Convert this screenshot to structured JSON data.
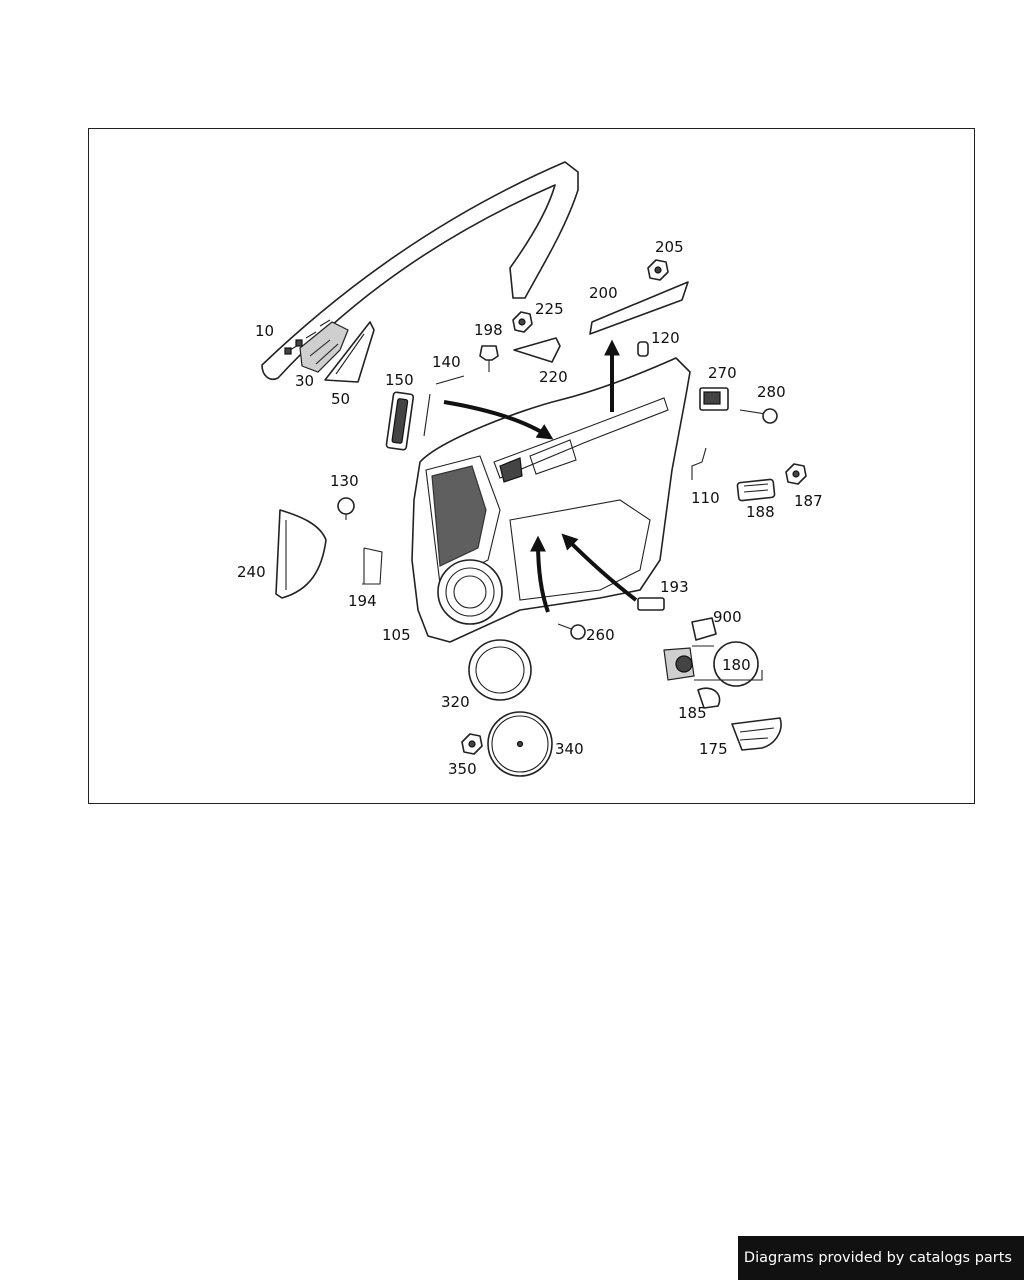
{
  "diagram": {
    "callouts": [
      "10",
      "30",
      "50",
      "105",
      "110",
      "120",
      "130",
      "140",
      "150",
      "175",
      "180",
      "185",
      "187",
      "188",
      "193",
      "194",
      "198",
      "200",
      "205",
      "220",
      "225",
      "240",
      "260",
      "270",
      "280",
      "320",
      "340",
      "350",
      "900"
    ]
  },
  "footer": {
    "credit": "Diagrams provided by catalogs parts"
  },
  "colors": {
    "line": "#222222",
    "credit_background": "#111111",
    "credit_text": "#ffffff"
  }
}
